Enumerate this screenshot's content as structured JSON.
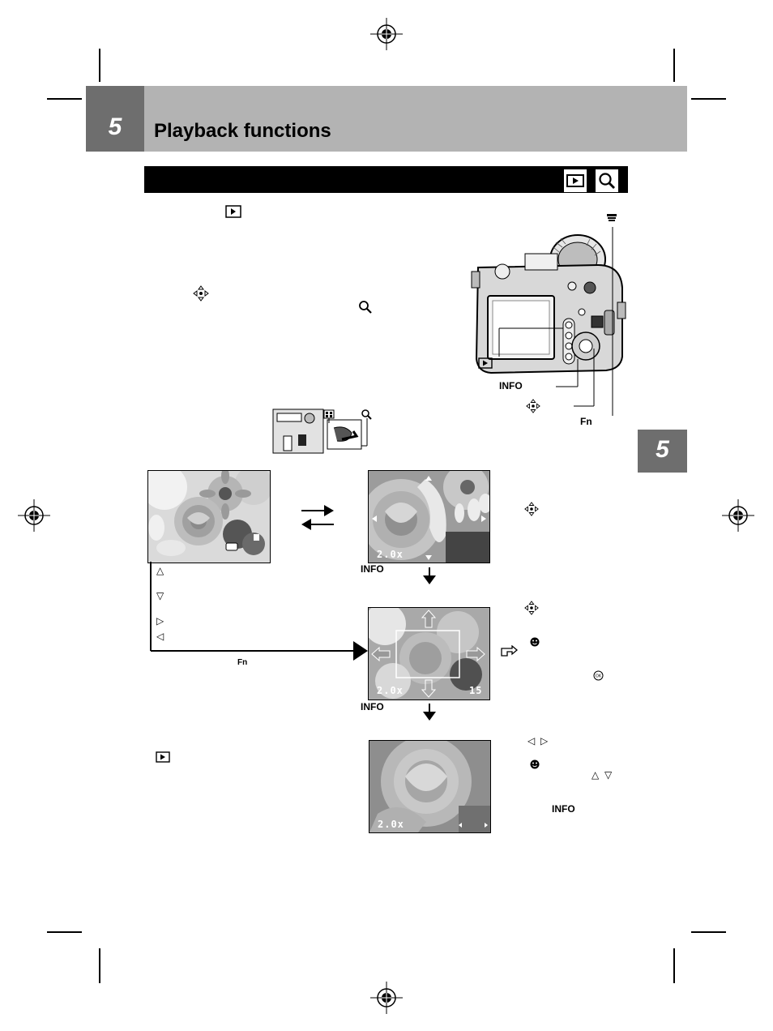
{
  "header": {
    "chapter_number": "5",
    "chapter_title": "Playback functions"
  },
  "side_tab": {
    "chapter_number": "5"
  },
  "labels": {
    "info": "INFO",
    "fn": "Fn"
  },
  "screens": {
    "zoom_value": "2.0x",
    "frame_number": "15"
  },
  "icons": {
    "playback": "playback-icon",
    "magnify": "magnify-icon",
    "arrow_pad": "arrow-pad-icon",
    "face": "face-icon",
    "ok": "ok-button-icon",
    "reference": "reference-hand-icon"
  }
}
